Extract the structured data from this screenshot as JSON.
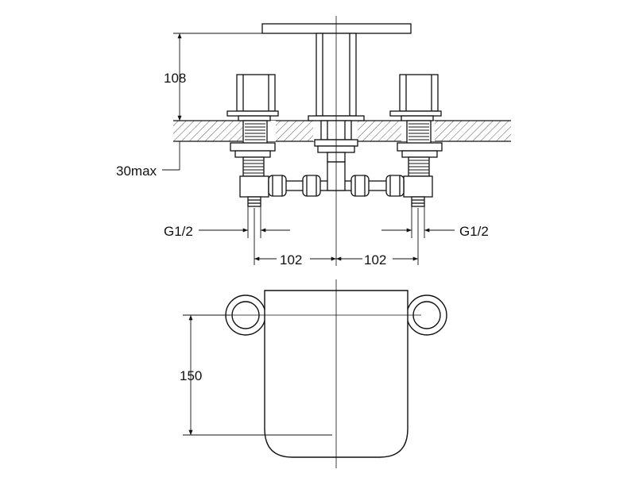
{
  "dimensions": {
    "height_above_deck": "108",
    "deck_thickness_max": "30max",
    "thread_left": "G1/2",
    "thread_right": "G1/2",
    "spacing_left": "102",
    "spacing_right": "102",
    "depth": "150"
  },
  "colors": {
    "line": "#111111",
    "hatch": "#444444",
    "background": "#ffffff"
  }
}
